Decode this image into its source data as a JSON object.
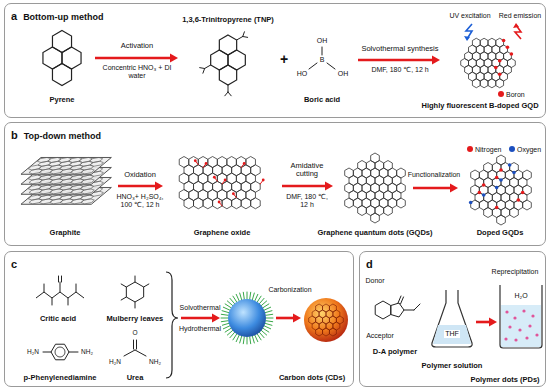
{
  "diagram": {
    "nodes": [
      {
        "text": [
          "a",
          "Bottom-up method"
        ]
      },
      {
        "text": [
          "b",
          "Top-down method"
        ]
      },
      {
        "text": [
          "c"
        ]
      },
      {
        "text": [
          "d"
        ]
      }
    ],
    "labels": [
      "1,3,6-Trinitropyrene (TNP)",
      "Activation",
      "Solvothermal synthesis",
      "UV excitation",
      "Red emission",
      "+",
      "OH",
      "HO",
      "B",
      "OH",
      "Concentric HNO₃ + DI water",
      "DMF, 180 ℃, 12 h",
      "Pyrene",
      "Boric acid",
      "Highly fluorescent B-doped GQD",
      "Oxidation",
      "Amidative cutting",
      "Functionalization",
      "HNO₃+ H₂SO₄, 100 ℃, 12 h",
      "DMF, 180 ℃, 12 h",
      "Graphite",
      "Graphene oxide",
      "Graphene quantum dots (GQDs)",
      "Doped GQDs",
      "Critic acid",
      "Mulberry leaves",
      "Solvothermal",
      "Hydrothermal",
      "Carbonization",
      "H₂N",
      "NH₂",
      "O",
      "H₂N",
      "NH₂",
      "p-Phenylenediamine",
      "Urea",
      "Carbon dots (CDs)",
      "Donor",
      "Reprecipitation",
      "H₂O",
      "THF",
      "Acceptor",
      "D-A polymer",
      "Polymer solution",
      "Polymer dots (PDs)"
    ],
    "legend": [
      {
        "text": "Boron",
        "color": "#e41a1c"
      },
      {
        "text": "Nitrogen",
        "color": "#e41a1c"
      },
      {
        "text": "Oxygen",
        "color": "#1c4fbf"
      }
    ]
  }
}
